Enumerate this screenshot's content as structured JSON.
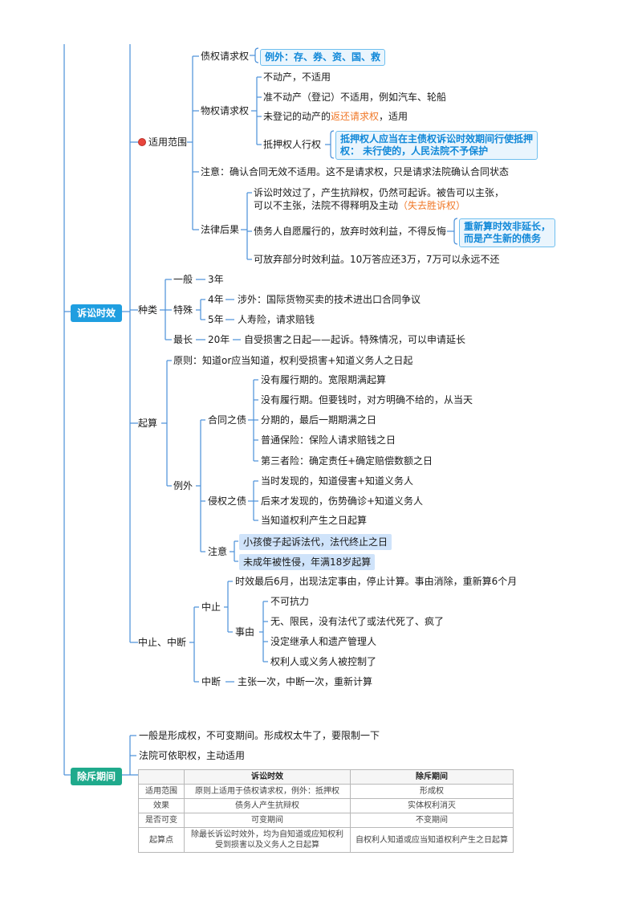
{
  "root": {
    "limitation": "诉讼时效",
    "exclusion": "除斥期间"
  },
  "scope": {
    "label": "适用范围",
    "creditor_claim": "债权请求权",
    "creditor_note": "例外：存、券、资、国、救",
    "property_claim": "物权请求权",
    "property_items": {
      "p1": "不动产，不适用",
      "p2": "准不动产（登记）不适用，例如汽车、轮船",
      "p3_pre": "未登记的动产的",
      "p3_hl": "返还请求权",
      "p3_post": "，适用",
      "p4": "抵押权人行权"
    },
    "mortgage_note_1": "抵押权人应当在主债权诉讼时效期间行使抵押",
    "mortgage_note_2": "权：  未行使的，人民法院不予保护",
    "notice": "注意：确认合同无效不适用。这不是请求权，只是请求法院确认合同状态",
    "consequence": "法律后果",
    "cons_1a": "诉讼时效过了，产生抗辩权，仍然可起诉。被告可以主张，",
    "cons_1b_pre": "可以不主张，法院不得释明及主动",
    "cons_1b_hl": "（失去胜诉权）",
    "cons_2": "债务人自愿履行的，放弃时效利益，不得反悔",
    "cons_2_note_1": "重新算时效非延长，",
    "cons_2_note_2": "而是产生新的债务",
    "cons_3": "可放弃部分时效利益。10万答应还3万，7万可以永远不还"
  },
  "types": {
    "label": "种类",
    "general": "一般",
    "general_val": "3年",
    "special": "特殊",
    "special_4": "4年",
    "special_4_desc": "涉外：国际货物买卖的技术进出口合同争议",
    "special_5": "5年",
    "special_5_desc": "人寿险，请求赔钱",
    "longest": "最长",
    "longest_val": "20年",
    "longest_desc": "自受损害之日起——起诉。特殊情况，可以申请延长"
  },
  "start": {
    "label": "起算",
    "principle": "原则：知道or应当知道，权利受损害+知道义务人之日起",
    "exception": "例外",
    "contract": "合同之债",
    "contract_items": {
      "c1": "没有履行期的。宽限期满起算",
      "c2": "没有履行期。但要钱时，对方明确不给的，从当天",
      "c3": "分期的，最后一期期满之日",
      "c4": "普通保险：保险人请求赔钱之日",
      "c5": "第三者险：确定责任+确定赔偿数额之日"
    },
    "tort": "侵权之债",
    "tort_items": {
      "t1": "当时发现的，知道侵害+知道义务人",
      "t2": "后来才发现的，伤势确诊+知道义务人",
      "t3": "当知道权利产生之日起算"
    },
    "attention": "注意",
    "attention_items": {
      "a1": "小孩傻子起诉法代，法代终止之日",
      "a2": "未成年被性侵，年满18岁起算"
    }
  },
  "suspend": {
    "label": "中止、中断",
    "suspension": "中止",
    "suspension_main": "时效最后6月，出现法定事由，停止计算。事由消除，重新算6个月",
    "reason": "事由",
    "reason_items": {
      "r1": "不可抗力",
      "r2": "无、限民，没有法代了或法代死了、疯了",
      "r3": "没定继承人和遗产管理人",
      "r4": "权利人或义务人被控制了"
    },
    "interruption": "中断",
    "interruption_desc": "主张一次，中断一次，重新计算"
  },
  "exclusion": {
    "line1": "一般是形成权，不可变期间。形成权太牛了，要限制一下",
    "line2": "法院可依职权，主动适用"
  },
  "table": {
    "headers": [
      "",
      "诉讼时效",
      "除斥期间"
    ],
    "rows": [
      {
        "label": "适用范围",
        "a": "原则上适用于债权请求权，例外：抵押权",
        "b": "形成权"
      },
      {
        "label": "效果",
        "a": "债务人产生抗辩权",
        "b": "实体权利消灭"
      },
      {
        "label": "是否可变",
        "a": "可变期间",
        "b": "不变期间"
      },
      {
        "label": "起算点",
        "a1": "除最长诉讼时效外，均为自知道或应知权利",
        "a2": "受到损害以及义务人之日起算",
        "b": "自权利人知道或应当知道权利产生之日起算"
      }
    ]
  },
  "colors": {
    "line": "#4a90d9",
    "root_blue": "#1f9ee0",
    "root_green": "#1faa8c",
    "note_text": "#1188d8",
    "highlight": "#cfe3fa",
    "orange": "#f07828"
  }
}
